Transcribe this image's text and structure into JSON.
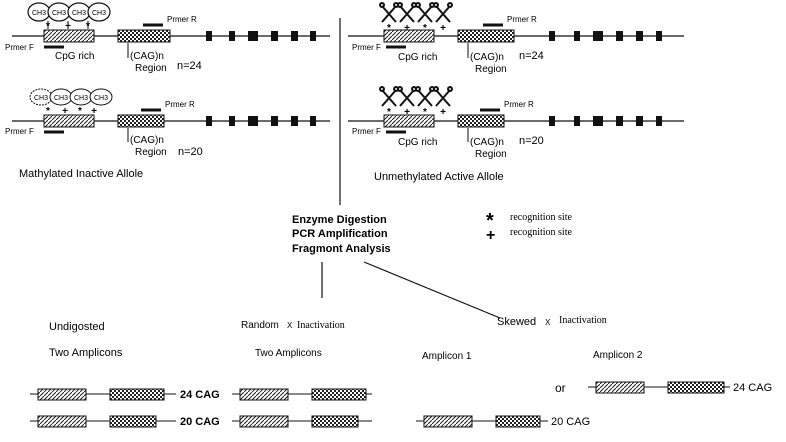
{
  "labels": {
    "primer_f": "Prmer F",
    "primer_r": "Prmer R",
    "cpg_rich": "CpG rich",
    "cag_region_line1": "(CAG)n",
    "cag_region_line2": "Region",
    "ch3": "CH3",
    "n24": "n=24",
    "n20": "n=20",
    "methylated_inactive_allele": "Mathylated Inactive Allole",
    "unmethylated_active_allele": "Unmethylated  Active Allole"
  },
  "workflow": {
    "step1": "Enzyme  Digestion",
    "step2": "PCR  Amplification",
    "step3": "Fragmont  Analysis"
  },
  "legend": {
    "star_symbol": "*",
    "star_text": "recognition site",
    "plus_symbol": "+",
    "plus_text": "recognition site"
  },
  "outcomes": {
    "undigested_title": "Undigosted",
    "undigested_subtitle": "Two Amplicons",
    "random_title_a": "Random",
    "random_title_x": "X",
    "random_title_b": "Inactivation",
    "random_subtitle": "Two   Amplicons",
    "skewed_title_a": "Skewed",
    "skewed_title_x": "X",
    "skewed_title_b": "Inactivation",
    "amplicon1": "Amplicon  1",
    "amplicon2": "Amplicon  2",
    "or": "or",
    "cag24_bold": "24 CAG",
    "cag20_bold": "20 CAG",
    "cag24": "24 CAG",
    "cag20": "20 CAG"
  },
  "colors": {
    "line": "#111111",
    "block": "#111111",
    "background": "#ffffff"
  }
}
